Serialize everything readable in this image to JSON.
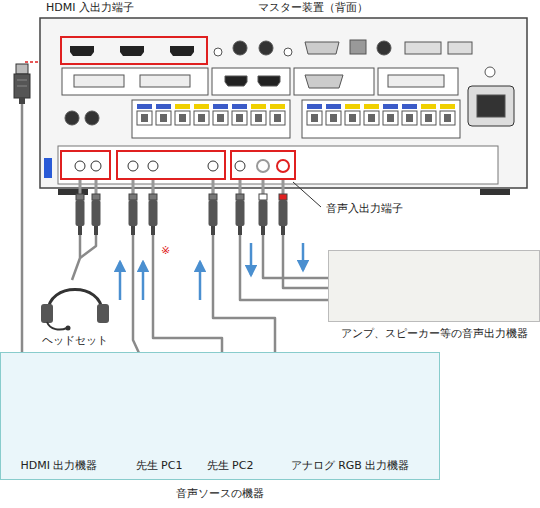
{
  "diagram": {
    "nodes": [
      {
        "text": [
          "マスター装置（背面）"
        ]
      },
      {
        "text": [
          "HDMI 入出力端子"
        ],
        "in": 0
      },
      {
        "text": [
          "音声入出力端子"
        ],
        "in": 0
      },
      {
        "text": [
          "ヘッドセット"
        ]
      },
      {
        "text": [
          "アンプ、スピーカー等の音声出力機器"
        ]
      },
      {
        "text": [
          "音声ソースの機器"
        ]
      },
      {
        "text": [
          "HDMI 出力機器"
        ],
        "in": 5
      },
      {
        "text": [
          "先生 PC1"
        ],
        "in": 5
      },
      {
        "text": [
          "先生 PC2"
        ],
        "in": 5
      },
      {
        "text": [
          "アナログ RGB 出力機器"
        ],
        "in": 5
      }
    ],
    "edges": [
      {
        "from": 6,
        "to": 1,
        "arrow": "to"
      },
      {
        "from": 3,
        "to": 2,
        "arrow": "none"
      },
      {
        "from": 7,
        "to": 2,
        "arrow": "to"
      },
      {
        "from": 8,
        "to": 2,
        "arrow": "to"
      },
      {
        "from": 9,
        "to": 2,
        "arrow": "to"
      },
      {
        "from": 2,
        "to": 4,
        "arrow": "to"
      },
      {
        "from": 2,
        "to": 4,
        "arrow": "to"
      }
    ],
    "labels": [
      "※"
    ]
  }
}
